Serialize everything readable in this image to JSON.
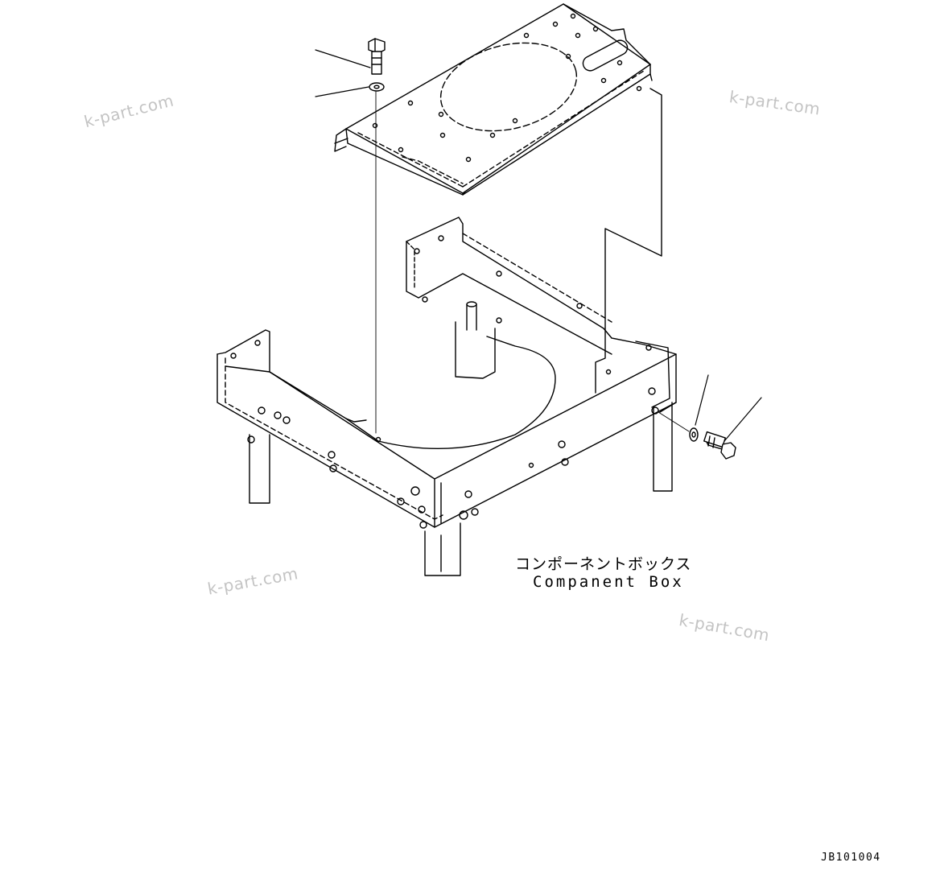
{
  "watermarks": [
    "k-part.com",
    "k-part.com",
    "k-part.com",
    "k-part.com"
  ],
  "caption": {
    "japanese": "コンポーネントボックス",
    "english": "Companent Box"
  },
  "drawing_id": "JB101004"
}
